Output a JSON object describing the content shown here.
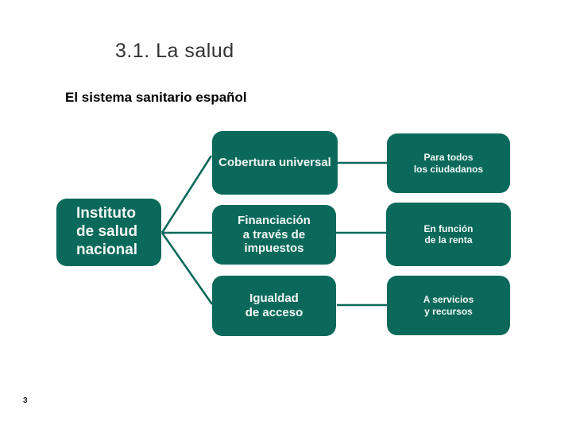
{
  "slide": {
    "title": "3.1. La salud",
    "subtitle": "El sistema sanitario español",
    "page_number": "3"
  },
  "colors": {
    "accent_teal": "#0b695b",
    "box_text": "#f2f7f5",
    "title_text": "#333333",
    "subtitle_text": "#000000",
    "background": "#ffffff"
  },
  "diagram": {
    "root": {
      "text": "Instituto\nde salud\nnacional"
    },
    "rows": [
      {
        "center": {
          "text": "Cobertura universal"
        },
        "right": {
          "text": "Para todos\nlos ciudadanos"
        }
      },
      {
        "center": {
          "text": "Financiación\na través de\nimpuestos"
        },
        "right": {
          "text": "En función\nde la renta"
        }
      },
      {
        "center": {
          "text": "Igualdad\nde acceso"
        },
        "right": {
          "text": "A servicios\ny recursos"
        }
      }
    ]
  }
}
